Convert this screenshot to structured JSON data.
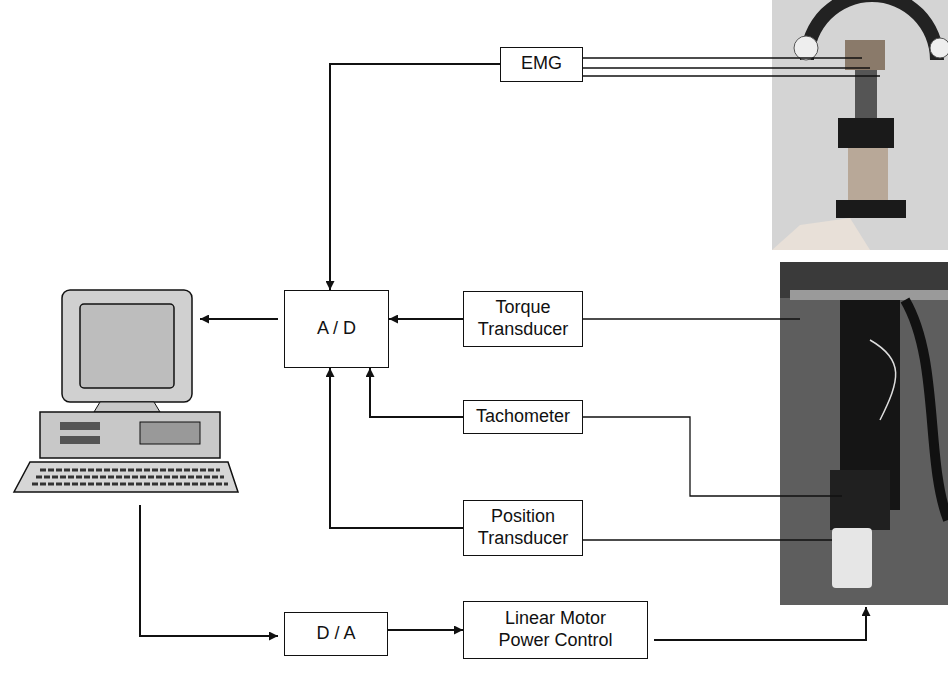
{
  "diagram": {
    "nodes": [
      {
        "text": [
          "EMG"
        ]
      },
      {
        "text": [
          "A / D"
        ]
      },
      {
        "text": [
          "Torque Transducer"
        ]
      },
      {
        "text": [
          "Tachometer"
        ]
      },
      {
        "text": [
          "Position Transducer"
        ]
      },
      {
        "text": [
          "D / A"
        ]
      },
      {
        "text": [
          "Linear Motor Power Control"
        ]
      }
    ],
    "edges": [
      {
        "from": 0,
        "to": 1,
        "arrow": "to"
      },
      {
        "from": 2,
        "to": 1,
        "arrow": "to"
      },
      {
        "from": 3,
        "to": 1,
        "arrow": "to"
      },
      {
        "from": 4,
        "to": 1,
        "arrow": "to"
      },
      {
        "from": 5,
        "to": 6,
        "arrow": "to"
      }
    ]
  }
}
